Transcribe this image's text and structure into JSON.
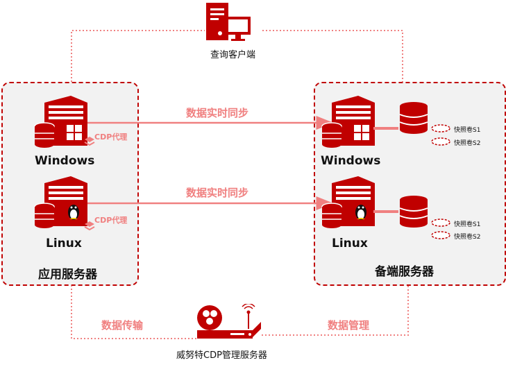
{
  "client": {
    "label": "查询客户端"
  },
  "app_group": {
    "title": "应用服务器",
    "servers": [
      {
        "os": "Windows",
        "agent": "CDP代理"
      },
      {
        "os": "Linux",
        "agent": "CDP代理"
      }
    ]
  },
  "backup_group": {
    "title": "备端服务器",
    "servers": [
      {
        "os": "Windows",
        "snapshots": [
          "快照卷S1",
          "快照卷S2"
        ]
      },
      {
        "os": "Linux",
        "snapshots": [
          "快照卷S1",
          "快照卷S2"
        ]
      }
    ]
  },
  "sync_label": "数据实时同步",
  "transfer_label": "数据传输",
  "manage_label": "数据管理",
  "cdp_server": {
    "label": "威努特CDP管理服务器"
  },
  "colors": {
    "accent": "#c00000",
    "light": "#f08080",
    "panel": "#f2f2f2"
  }
}
